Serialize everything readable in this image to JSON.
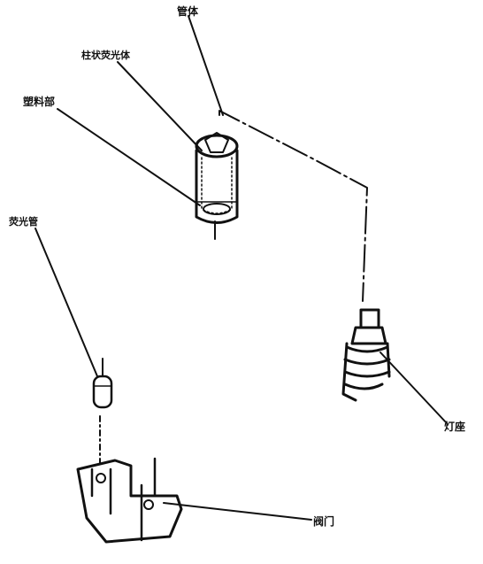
{
  "labels": {
    "tube_body": "管体",
    "phosphor_layer": "柱状荧光体",
    "plastic_part": "塑料部",
    "glow_tube": "荧光管",
    "cap": "灯座",
    "valve": "阀门"
  },
  "colors": {
    "ink": "#111111",
    "paper": "#ffffff"
  }
}
